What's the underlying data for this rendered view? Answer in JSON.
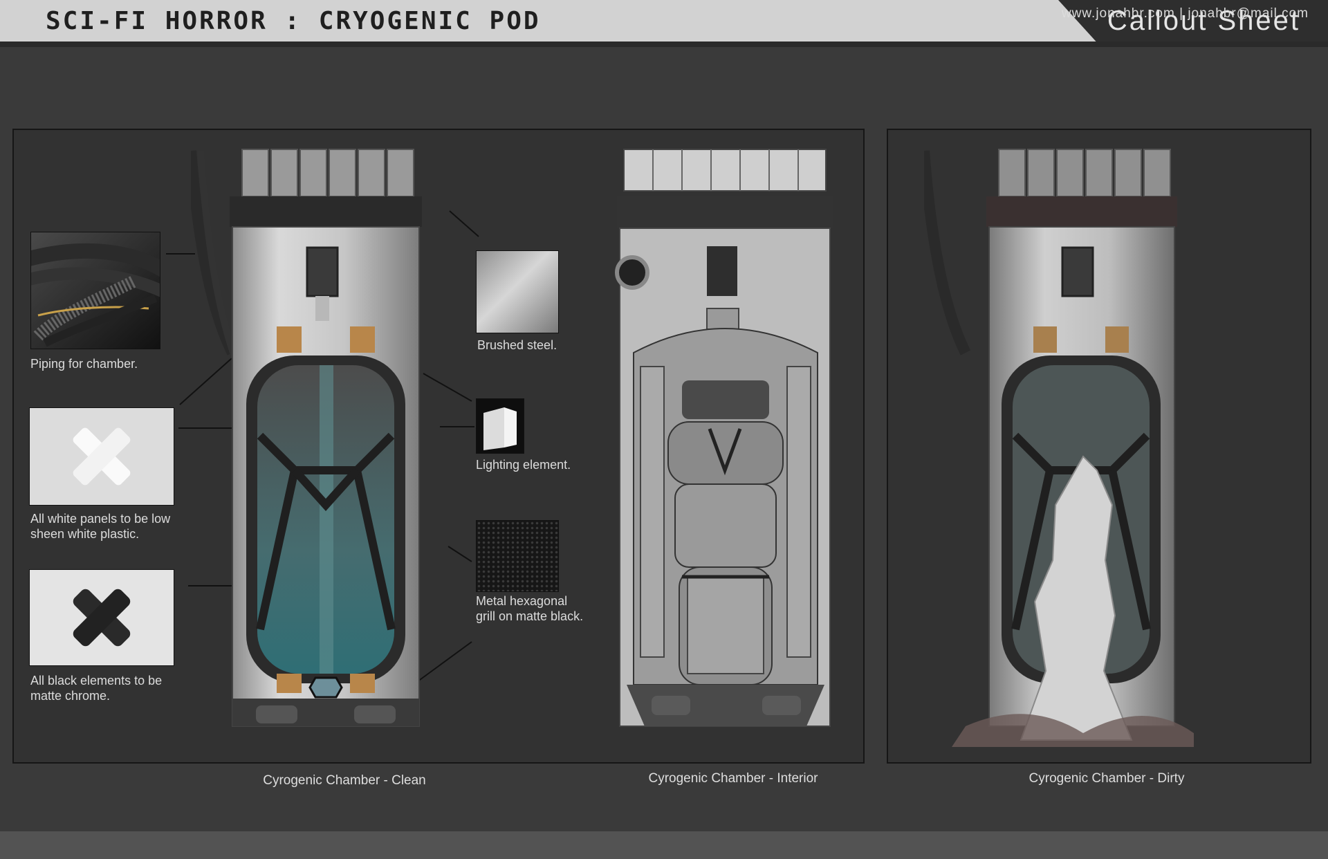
{
  "header": {
    "title": "SCI-FI HORROR : CRYOGENIC POD",
    "sheet_type": "Callout Sheet"
  },
  "callouts": {
    "piping": "Piping for chamber.",
    "white_panels": "All white panels to be low sheen white plastic.",
    "black_elements": "All black elements to be matte chrome.",
    "brushed_steel": "Brushed steel.",
    "lighting": "Lighting element.",
    "hex_grill": "Metal hexagonal grill on matte black."
  },
  "captions": {
    "clean": "Cyrogenic Chamber - Clean",
    "interior": "Cyrogenic Chamber - Interior",
    "dirty": "Cyrogenic Chamber - Dirty"
  },
  "footer": {
    "contact": "www.jonahbr.com | jonahbr@mail.com"
  },
  "colors": {
    "header_bg": "#d2d2d2",
    "page_bg": "#3a3a3a",
    "glass_teal": "#3f7f84",
    "accent_orange": "#b8864a"
  }
}
